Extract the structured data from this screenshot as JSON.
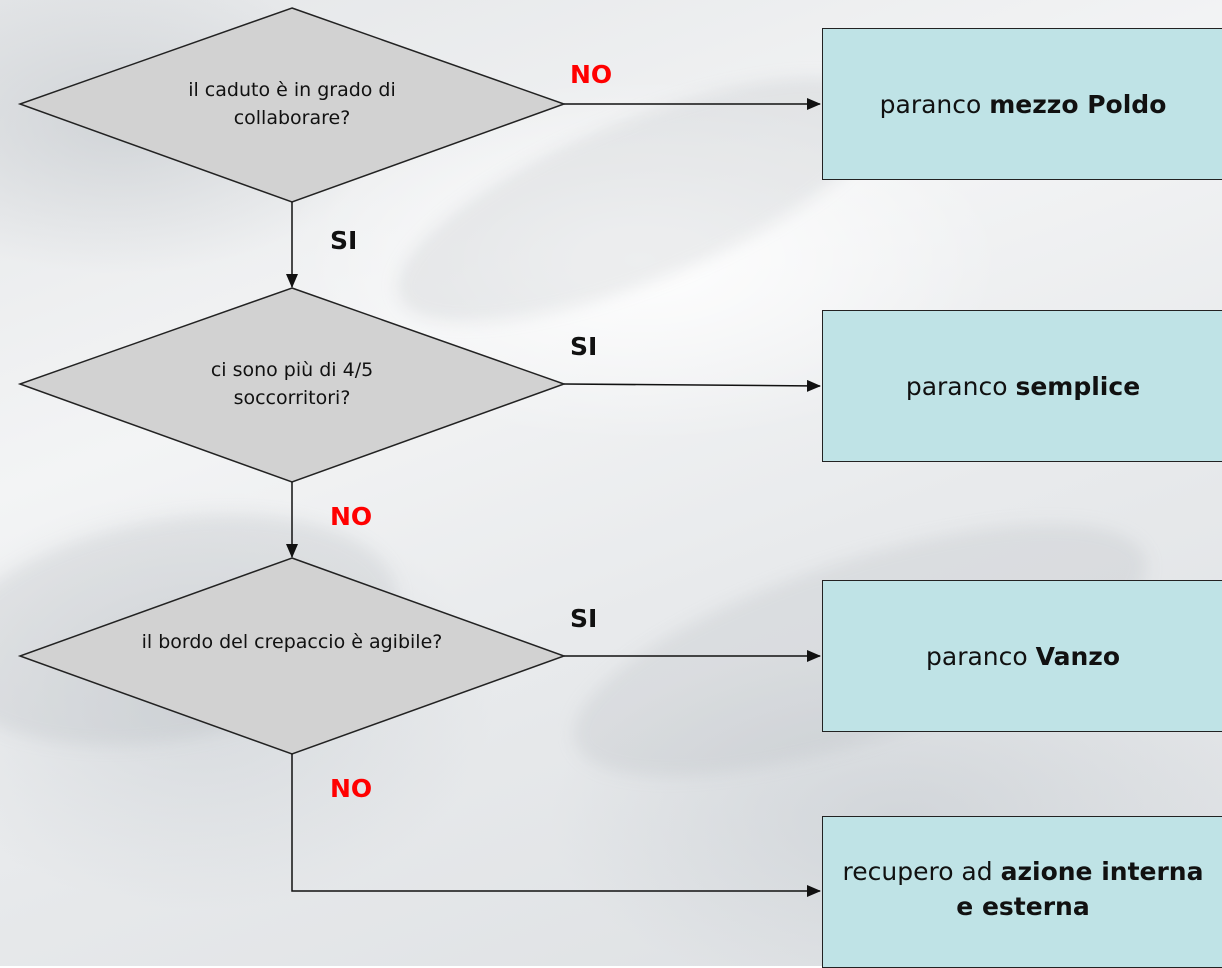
{
  "decisions": [
    {
      "text": "il caduto è in grado di collaborare?"
    },
    {
      "text": "ci sono più di 4/5 soccorritori?"
    },
    {
      "text": "il bordo del crepaccio è agibile?"
    }
  ],
  "results": [
    {
      "prefix": "paranco ",
      "bold": "mezzo Poldo"
    },
    {
      "prefix": "paranco ",
      "bold": "semplice"
    },
    {
      "prefix": "paranco ",
      "bold": "Vanzo"
    },
    {
      "prefix": "recupero ad ",
      "bold": "azione interna e esterna"
    }
  ],
  "labels": {
    "d1_right": "NO",
    "d1_down": "SI",
    "d2_right": "SI",
    "d2_down": "NO",
    "d3_right": "SI",
    "d3_down": "NO"
  },
  "colors": {
    "result_fill": "#bfe3e6",
    "decision_fill": "#d2d2d2",
    "label_no": "#ff0000",
    "label_si": "#111111"
  }
}
